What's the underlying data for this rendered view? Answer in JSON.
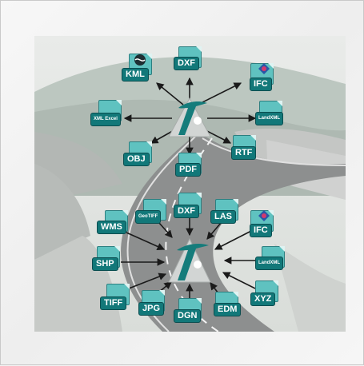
{
  "top_cluster": {
    "formats": [
      "KML",
      "DXF",
      "IFC",
      "XML Excel",
      "LandXML",
      "OBJ",
      "PDF",
      "RTF"
    ]
  },
  "bottom_cluster": {
    "formats": [
      "GeoTIFF",
      "DXF",
      "LAS",
      "WMS",
      "IFC",
      "SHP",
      "LandXML",
      "TIFF",
      "JPG",
      "DGN",
      "EDM",
      "XYZ"
    ]
  },
  "colors": {
    "icon_fill": "#5fc2c0",
    "label_fill": "#127879",
    "logo": "#157c7b",
    "arrow": "#1a1a1a"
  }
}
